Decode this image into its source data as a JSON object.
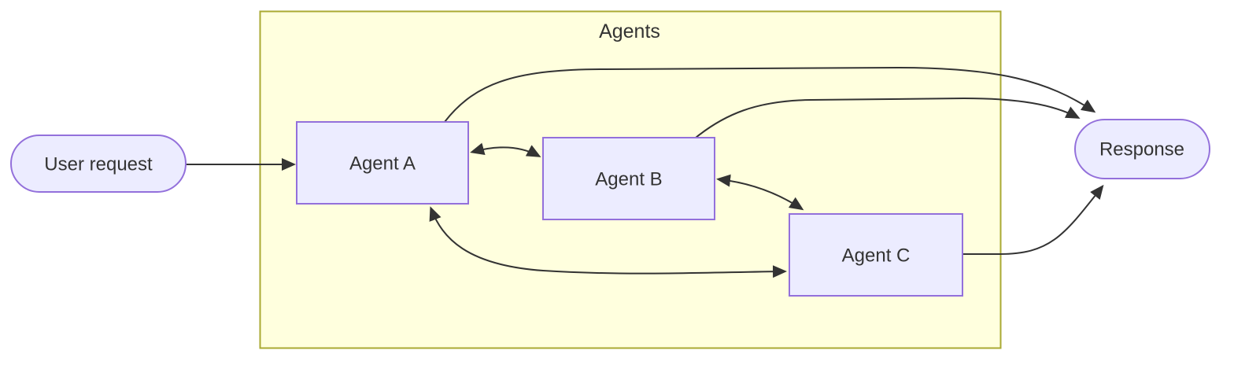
{
  "diagram": {
    "type": "flowchart-LR",
    "cluster": {
      "label": "Agents",
      "fill": "#ffffde",
      "border": "#aaaa33"
    },
    "nodes": [
      {
        "id": "user-request",
        "label": "User request",
        "shape": "stadium"
      },
      {
        "id": "agent-a",
        "label": "Agent A",
        "shape": "rectangle"
      },
      {
        "id": "agent-b",
        "label": "Agent B",
        "shape": "rectangle"
      },
      {
        "id": "agent-c",
        "label": "Agent C",
        "shape": "rectangle"
      },
      {
        "id": "response",
        "label": "Response",
        "shape": "stadium"
      }
    ],
    "edges": [
      {
        "from": "User request",
        "to": "Agent A",
        "direction": "forward"
      },
      {
        "from": "Agent A",
        "to": "Agent B",
        "direction": "bidirectional"
      },
      {
        "from": "Agent B",
        "to": "Agent C",
        "direction": "bidirectional"
      },
      {
        "from": "Agent A",
        "to": "Agent C",
        "direction": "bidirectional"
      },
      {
        "from": "Agent A",
        "to": "Response",
        "direction": "forward"
      },
      {
        "from": "Agent B",
        "to": "Response",
        "direction": "forward"
      },
      {
        "from": "Agent C",
        "to": "Response",
        "direction": "forward"
      }
    ],
    "style": {
      "node_fill": "#ECECFF",
      "node_border": "#9370DB",
      "edge_color": "#333333",
      "text_color": "#333333",
      "background": "#ffffff"
    }
  }
}
